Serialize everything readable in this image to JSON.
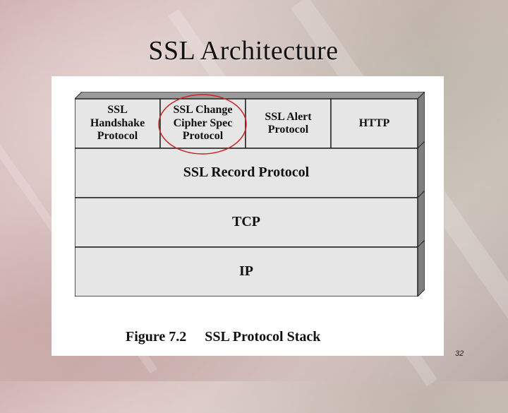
{
  "slide": {
    "title": "SSL Architecture",
    "page_number": "32"
  },
  "diagram": {
    "top_row": [
      {
        "label": "SSL\nHandshake\nProtocol",
        "highlighted": false
      },
      {
        "label": "SSL Change\nCipher Spec\nProtocol",
        "highlighted": true
      },
      {
        "label": "SSL Alert\nProtocol",
        "highlighted": false
      },
      {
        "label": "HTTP",
        "highlighted": false
      }
    ],
    "layers": [
      "SSL Record Protocol",
      "TCP",
      "IP"
    ],
    "caption_figure": "Figure 7.2",
    "caption_text": "SSL Protocol Stack"
  },
  "colors": {
    "box_fill": "#e6e6e6",
    "box_side": "#7f7f7f",
    "highlight_circle": "#cc2222"
  }
}
